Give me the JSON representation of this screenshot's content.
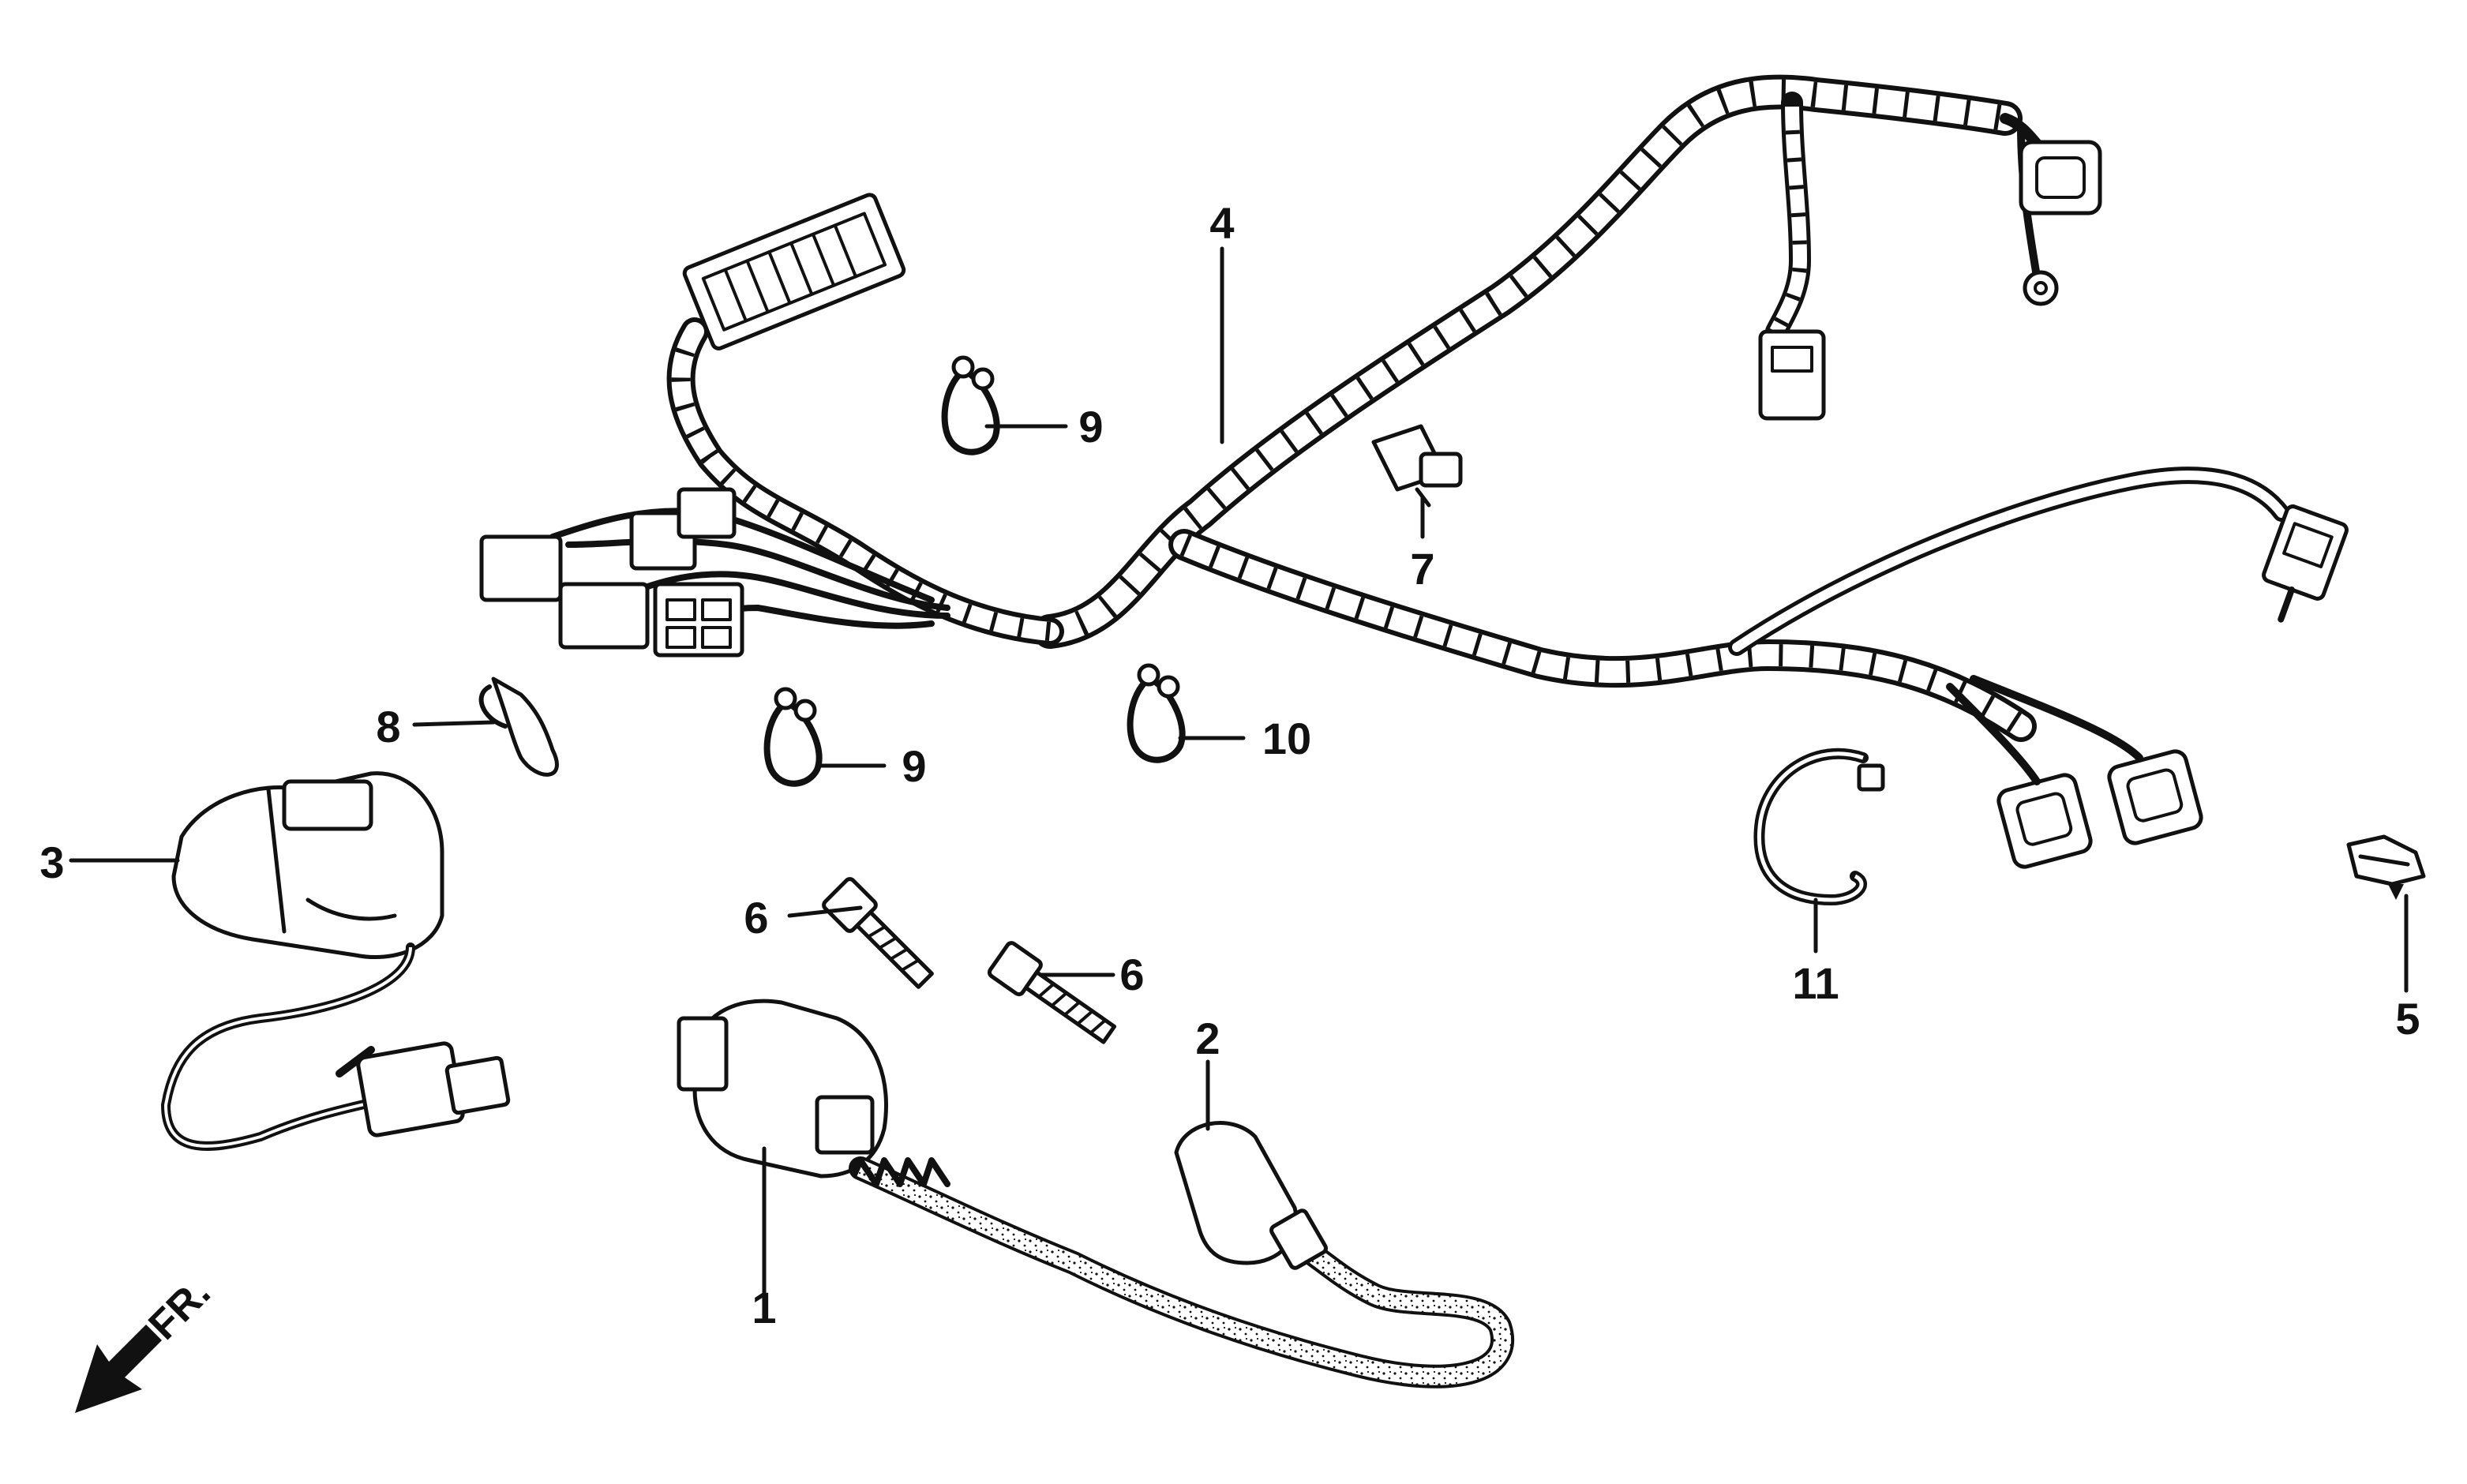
{
  "callouts": {
    "c1": "1",
    "c2": "2",
    "c3": "3",
    "c4": "4",
    "c5": "5",
    "c6a": "6",
    "c6b": "6",
    "c7": "7",
    "c8": "8",
    "c9a": "9",
    "c9b": "9",
    "c10": "10",
    "c11": "11"
  },
  "direction": {
    "label": "FR."
  },
  "parts": [
    {
      "ref": "1",
      "icon": "ignition-coil-icon"
    },
    {
      "ref": "2",
      "icon": "spark-plug-cap-icon"
    },
    {
      "ref": "3",
      "icon": "connector-boot-icon"
    },
    {
      "ref": "4",
      "icon": "wire-harness-icon"
    },
    {
      "ref": "5",
      "icon": "wire-clip-icon"
    },
    {
      "ref": "6",
      "icon": "bolt-icon"
    },
    {
      "ref": "7",
      "icon": "harness-clip-icon"
    },
    {
      "ref": "8",
      "icon": "cable-band-icon"
    },
    {
      "ref": "9",
      "icon": "wire-clamp-icon"
    },
    {
      "ref": "10",
      "icon": "wire-clamp-icon"
    },
    {
      "ref": "11",
      "icon": "hose-band-icon"
    }
  ],
  "colors": {
    "ink": "#111111",
    "paper": "#ffffff"
  }
}
